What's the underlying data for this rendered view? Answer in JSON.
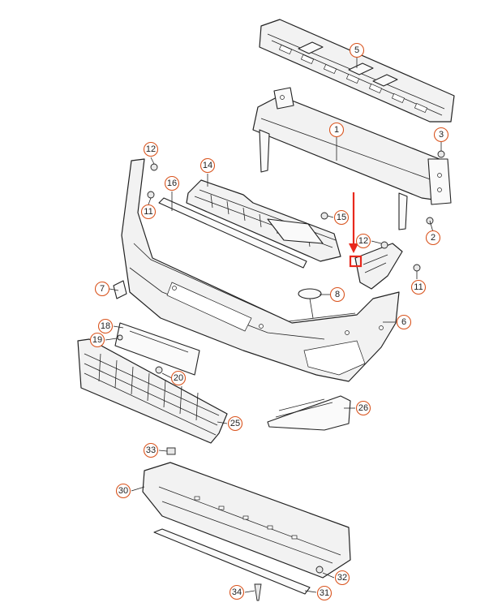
{
  "callouts": [
    {
      "id": "c1",
      "label": "1"
    },
    {
      "id": "c2",
      "label": "2"
    },
    {
      "id": "c3",
      "label": "3"
    },
    {
      "id": "c5",
      "label": "5"
    },
    {
      "id": "c6",
      "label": "6"
    },
    {
      "id": "c7",
      "label": "7"
    },
    {
      "id": "c8",
      "label": "8"
    },
    {
      "id": "c11a",
      "label": "11"
    },
    {
      "id": "c11b",
      "label": "11"
    },
    {
      "id": "c12a",
      "label": "12"
    },
    {
      "id": "c12b",
      "label": "12"
    },
    {
      "id": "c14",
      "label": "14"
    },
    {
      "id": "c15",
      "label": "15"
    },
    {
      "id": "c16",
      "label": "16"
    },
    {
      "id": "c18",
      "label": "18"
    },
    {
      "id": "c19",
      "label": "19"
    },
    {
      "id": "c20",
      "label": "20"
    },
    {
      "id": "c25",
      "label": "25"
    },
    {
      "id": "c26",
      "label": "26"
    },
    {
      "id": "c30",
      "label": "30"
    },
    {
      "id": "c31",
      "label": "31"
    },
    {
      "id": "c32",
      "label": "32"
    },
    {
      "id": "c33",
      "label": "33"
    },
    {
      "id": "c34",
      "label": "34"
    }
  ],
  "highlight": {
    "color": "#e8281c"
  },
  "callout_color": "#d9541e"
}
